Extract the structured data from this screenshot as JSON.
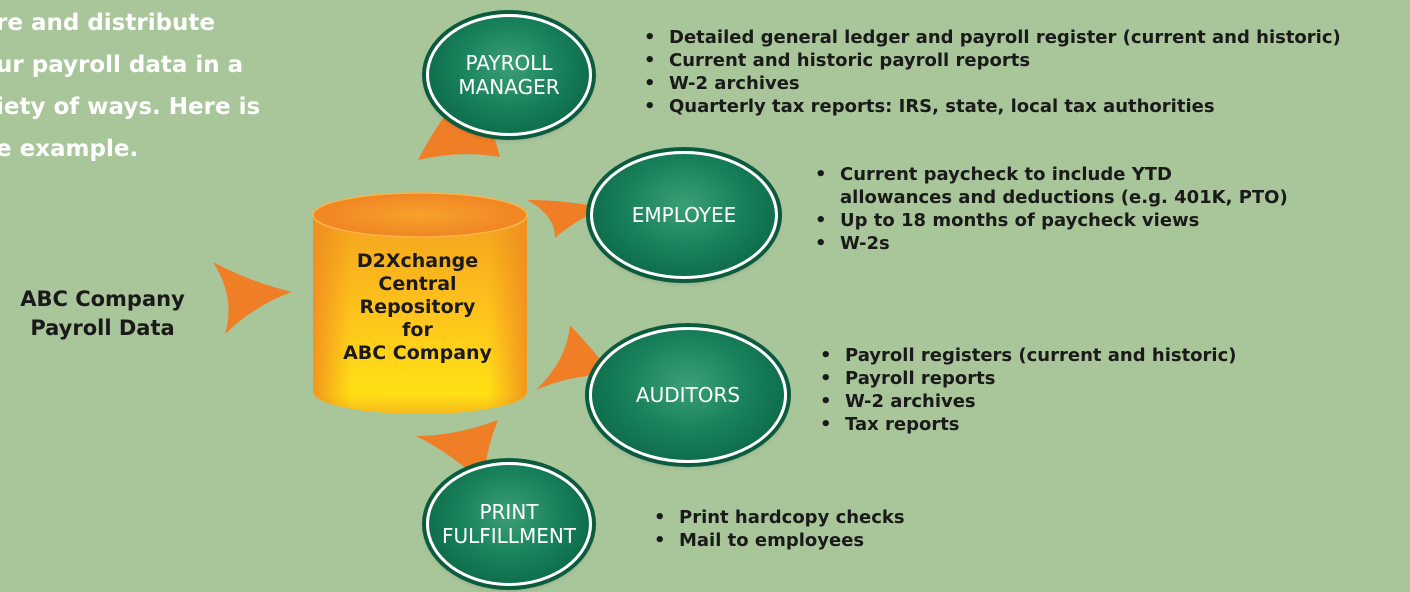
{
  "intro_lines": [
    "re and distribute",
    "ur payroll data in a",
    "iety of ways. Here is",
    "e example."
  ],
  "source": {
    "line1": "ABC Company",
    "line2": "Payroll Data"
  },
  "repository": {
    "lines": [
      "D2Xchange",
      "Central",
      "Repository",
      "for",
      "ABC Company"
    ]
  },
  "destinations": {
    "payroll_manager": {
      "label": [
        "PAYROLL",
        "MANAGER"
      ],
      "bullets": [
        "Detailed general ledger and payroll register (current and historic)",
        "Current and historic payroll reports",
        "W-2 archives",
        "Quarterly tax reports: IRS, state, local tax authorities"
      ]
    },
    "employee": {
      "label": [
        "EMPLOYEE"
      ],
      "bullets": [
        "Current paycheck to include YTD",
        "allowances and deductions (e.g. 401K, PTO)",
        "Up to 18 months of paycheck views",
        "W-2s"
      ]
    },
    "auditors": {
      "label": [
        "AUDITORS"
      ],
      "bullets": [
        "Payroll registers (current and historic)",
        "Payroll reports",
        "W-2 archives",
        "Tax reports"
      ]
    },
    "print_fulfillment": {
      "label": [
        "PRINT",
        "FULFILLMENT"
      ],
      "bullets": [
        "Print hardcopy checks",
        "Mail to employees"
      ]
    }
  },
  "colors": {
    "background": "#a9c59a",
    "arrow": "#f07e26",
    "oval": "#0d6a48",
    "cylinder_light": "#ffd21a",
    "cylinder_dark": "#f08a1e"
  }
}
